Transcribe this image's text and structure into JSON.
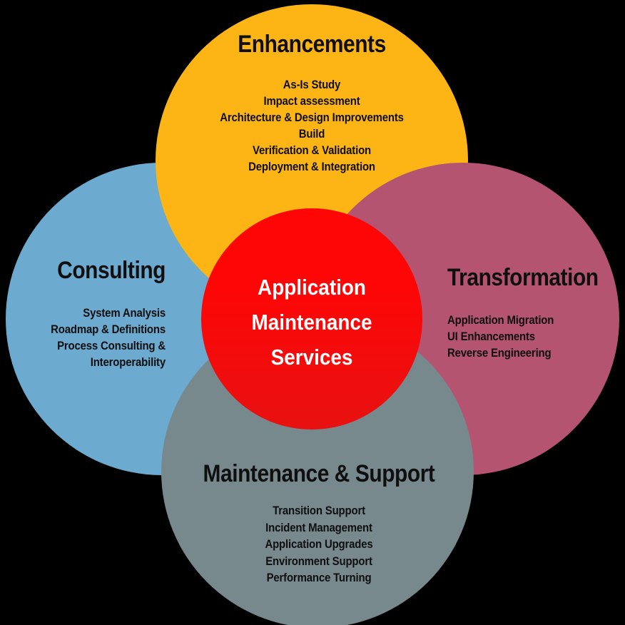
{
  "background_color": "#000000",
  "text_color": "#0f0f0f",
  "center_circle": {
    "name": "Application Maintenance Services",
    "lines": [
      "Application",
      "Maintenance",
      "Services"
    ],
    "color_top": "#fe0606",
    "color_bottom": "#e81111",
    "text_color": "#ffffff"
  },
  "circles": [
    {
      "id": "enhancements",
      "title": "Enhancements",
      "color": "#fcb515",
      "items": [
        "As-Is Study",
        "Impact assessment",
        "Architecture & Design Improvements",
        "Build",
        "Verification & Validation",
        "Deployment & Integration"
      ]
    },
    {
      "id": "consulting",
      "title": "Consulting",
      "color": "#6daad0",
      "items": [
        "System Analysis",
        "Roadmap & Definitions",
        "Process Consulting &",
        "Interoperability"
      ]
    },
    {
      "id": "transformation",
      "title": "Transformation",
      "color": "#b45471",
      "items": [
        "Application Migration",
        "UI Enhancements",
        "Reverse Engineering"
      ]
    },
    {
      "id": "maintenance",
      "title": "Maintenance & Support",
      "color": "#78898e",
      "items": [
        "Transition Support",
        "Incident Management",
        "Application Upgrades",
        "Environment Support",
        "Performance Turning"
      ]
    }
  ]
}
